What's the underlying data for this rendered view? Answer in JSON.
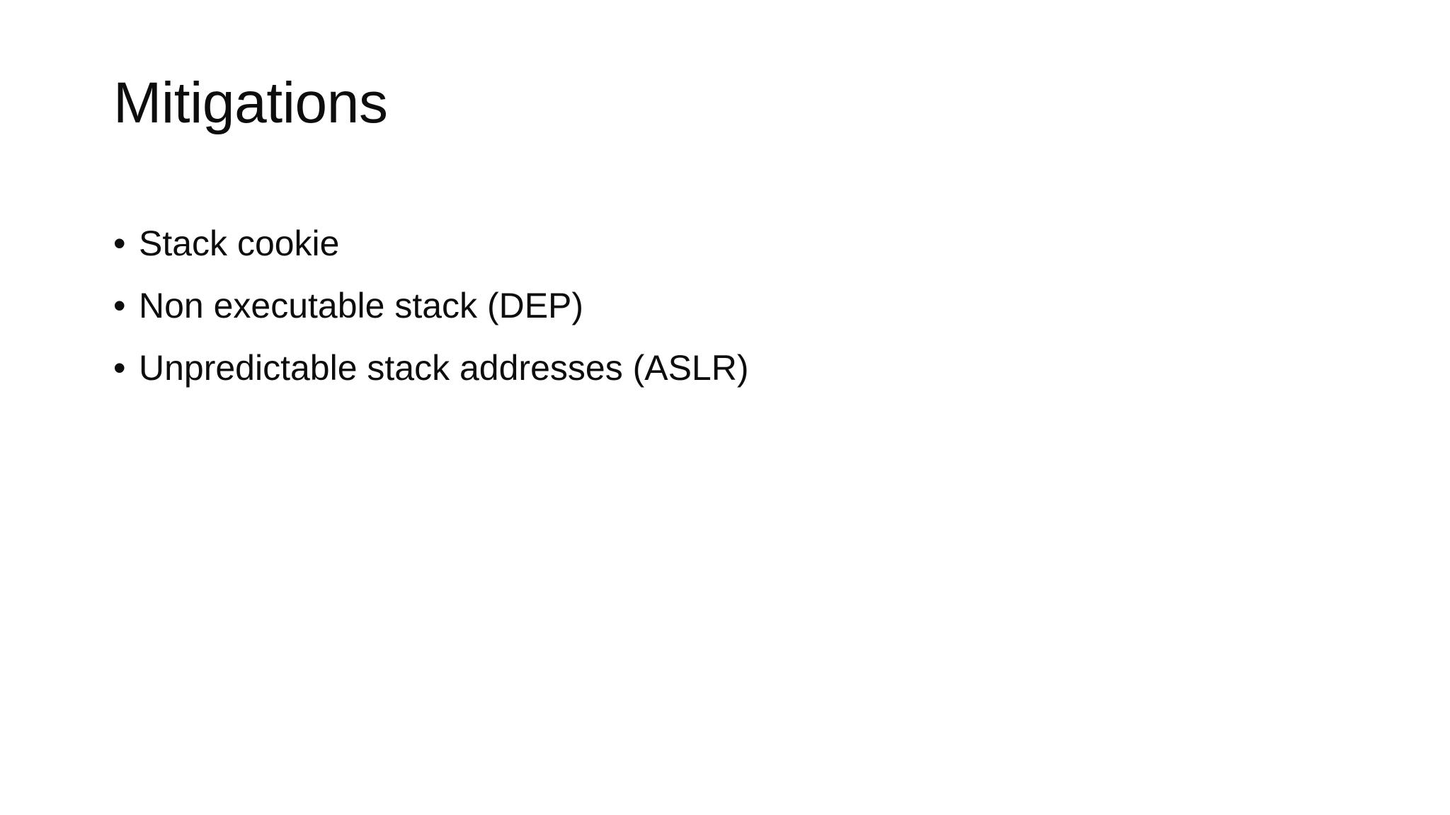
{
  "slide": {
    "background_color": "#ffffff",
    "text_color": "#0d0d0d",
    "title": "Mitigations",
    "bullet_marker": "•",
    "bullets": [
      {
        "text": "Stack cookie"
      },
      {
        "text": "Non executable stack (DEP)"
      },
      {
        "text": "Unpredictable stack addresses (ASLR)"
      }
    ]
  }
}
